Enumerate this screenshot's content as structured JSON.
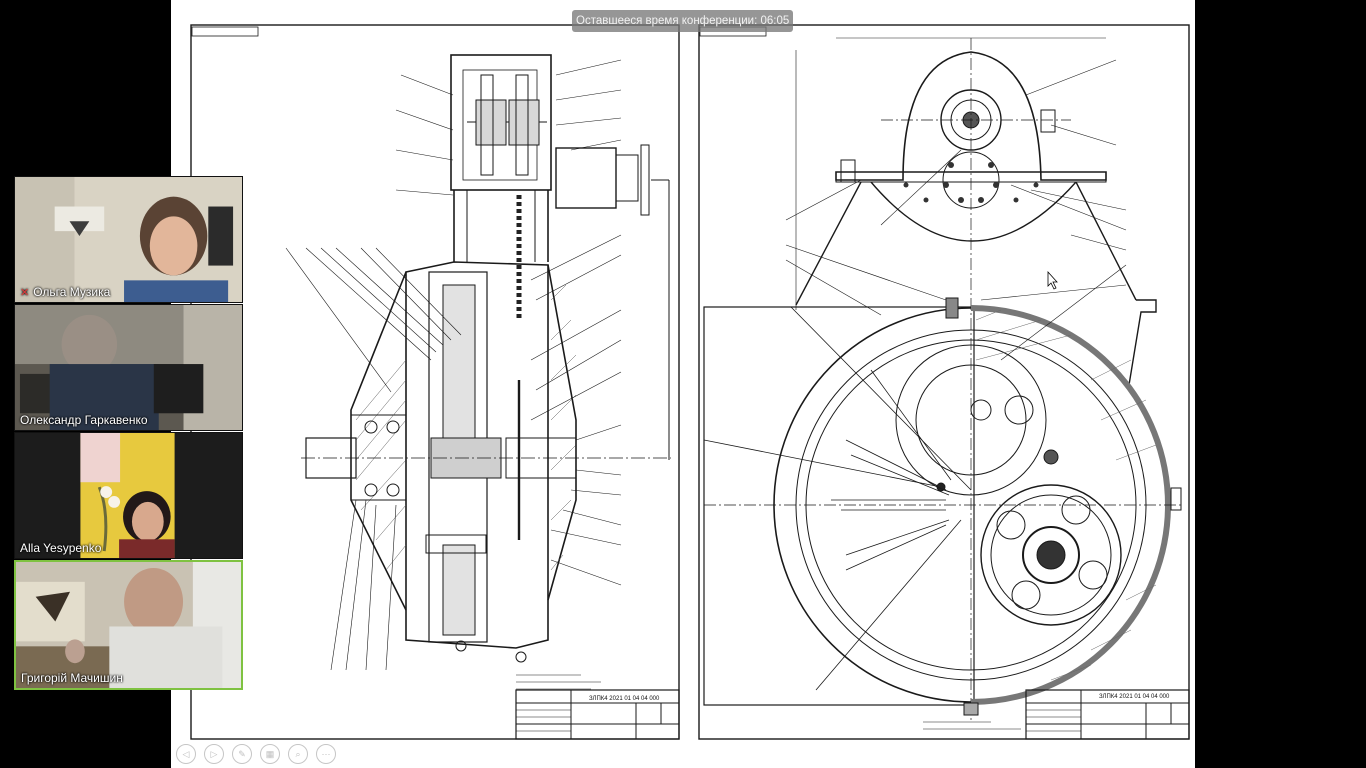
{
  "meeting": {
    "timer_text": "Оставшееся время конференции: 06:05"
  },
  "shared_drawing": {
    "left_stamp": "ЗЛПК4 2021 01 04 04 000",
    "right_stamp": "ЗЛПК4 2021 01 04 04 000"
  },
  "participants": [
    {
      "name": "Ольга Музика",
      "muted": true
    },
    {
      "name": "Олександр Гаркавенко",
      "muted": false
    },
    {
      "name": "Alla Yesypenko",
      "muted": false
    },
    {
      "name": "Григорій Мачишин",
      "muted": false,
      "speaking": true
    }
  ],
  "toolbar": {
    "icons": [
      "prev-icon",
      "next-icon",
      "pen-icon",
      "slides-icon",
      "zoom-icon",
      "more-icon"
    ],
    "glyphs": [
      "◁",
      "▷",
      "✎",
      "▦",
      "⌕",
      "⋯"
    ]
  },
  "colors": {
    "background": "#000000",
    "paper": "#ffffff",
    "line": "#1a1a1a",
    "active_border": "#7fc241",
    "muted_mic": "#e23c3c"
  }
}
